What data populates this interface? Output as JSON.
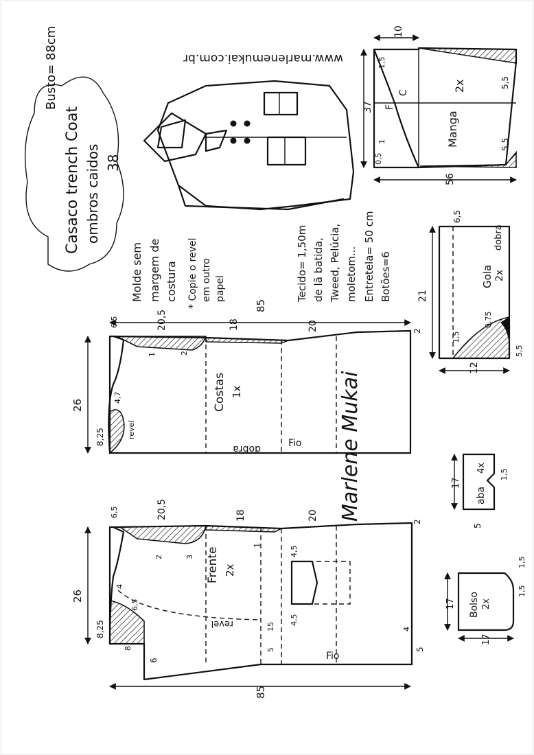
{
  "title": {
    "line1": "Casaco trench Coat",
    "line2": "ombros caidos",
    "size": "38",
    "bust": "Busto= 88cm"
  },
  "website": "www.marlenemukai.com.br",
  "notes": {
    "no_seam_1": "Molde sem",
    "no_seam_2": "margem de",
    "no_seam_3": "costura",
    "copy_1": "* Copie o revel",
    "copy_2": "em outro",
    "copy_3": "papel"
  },
  "materials": {
    "fabric_1": "Tecido= 1,50m",
    "fabric_2": "de lã batida,",
    "fabric_3": "Tweed, Pelúcia,",
    "fabric_4": "moletom...",
    "interfacing": "Entretela= 50 cm",
    "buttons": "Botões=6"
  },
  "sleeve": {
    "label": "Manga",
    "count": "2x",
    "front_mark": "F",
    "center_mark": "C",
    "dim_top": "10",
    "dim_1_5": "1,5",
    "dim_37": "37",
    "dim_1": "1",
    "dim_0_5": "0,5",
    "dim_56": "56",
    "dim_5_5_a": "5,5",
    "dim_5_5_b": "5,5"
  },
  "collar": {
    "label": "Gola",
    "count": "2x",
    "fold": "dobra",
    "dim_21": "21",
    "dim_6_5": "6,5",
    "dim_12": "12",
    "dim_1_5": "1,5",
    "dim_0_75": "0,75",
    "dim_5_5": "5,5"
  },
  "back": {
    "label": "Costas",
    "count": "1x",
    "fold": "dobra",
    "grain": "Fio",
    "dim_85": "85",
    "dim_6_5": "6,5",
    "dim_20_5": "20,5",
    "dim_18": "18",
    "dim_20": "20",
    "dim_2": "2",
    "dim_26": "26",
    "dim_8_25": "8,25",
    "dim_4_7": "4,7",
    "dim_1": "1",
    "dim_2b": "2",
    "revel": "revel"
  },
  "flap": {
    "label": "aba",
    "count": "4x",
    "dim_17": "17",
    "dim_5": "5",
    "dim_1_5": "1,5"
  },
  "pocket": {
    "label": "Bolso",
    "count": "2x",
    "dim_17_a": "17",
    "dim_17_b": "17",
    "dim_1_5_a": "1,5",
    "dim_1_5_b": "1,5"
  },
  "front": {
    "label": "Frente",
    "count": "2x",
    "grain": "Fio",
    "revel": "revel",
    "dim_85": "85",
    "dim_6_5": "6,5",
    "dim_20_5": "20,5",
    "dim_18": "18",
    "dim_20": "20",
    "dim_2": "2",
    "dim_26": "26",
    "dim_8_25": "8,25",
    "dim_4": "4",
    "dim_6_5_b": "6,5",
    "dim_8": "8",
    "dim_6": "6",
    "dim_15": "15",
    "dim_5": "5",
    "dim_4_5_a": "4,5",
    "dim_4_5_b": "4,5",
    "dim_4_b": "4",
    "dim_5_b": "5",
    "dim_3": "3",
    "dim_2_b": "2",
    "dim_1": "1"
  },
  "signature": "Marlene Mukai"
}
